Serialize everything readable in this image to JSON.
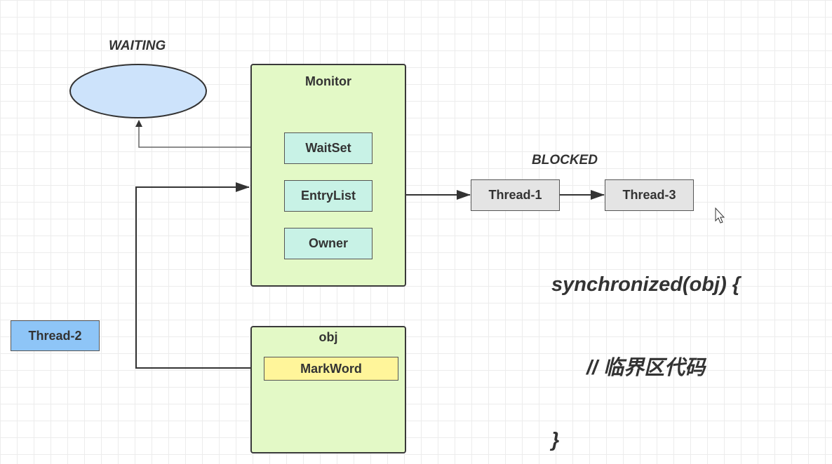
{
  "states": {
    "waiting": "WAITING",
    "blocked": "BLOCKED"
  },
  "monitor": {
    "title": "Monitor",
    "wait_set": "WaitSet",
    "entry_list": "EntryList",
    "owner": "Owner"
  },
  "obj": {
    "title": "obj",
    "mark_word": "MarkWord"
  },
  "threads": {
    "t1": "Thread-1",
    "t2": "Thread-2",
    "t3": "Thread-3"
  },
  "code": {
    "line1": "synchronized(obj) {",
    "line2": "// 临界区代码",
    "line3": "}"
  },
  "colors": {
    "container": "#e3f9c6",
    "teal_box": "#c8f2e6",
    "gray_box": "#e4e4e4",
    "blue_box": "#8ec5f7",
    "yellow_box": "#fff59a",
    "waiting_ellipse": "#cde3fb"
  }
}
